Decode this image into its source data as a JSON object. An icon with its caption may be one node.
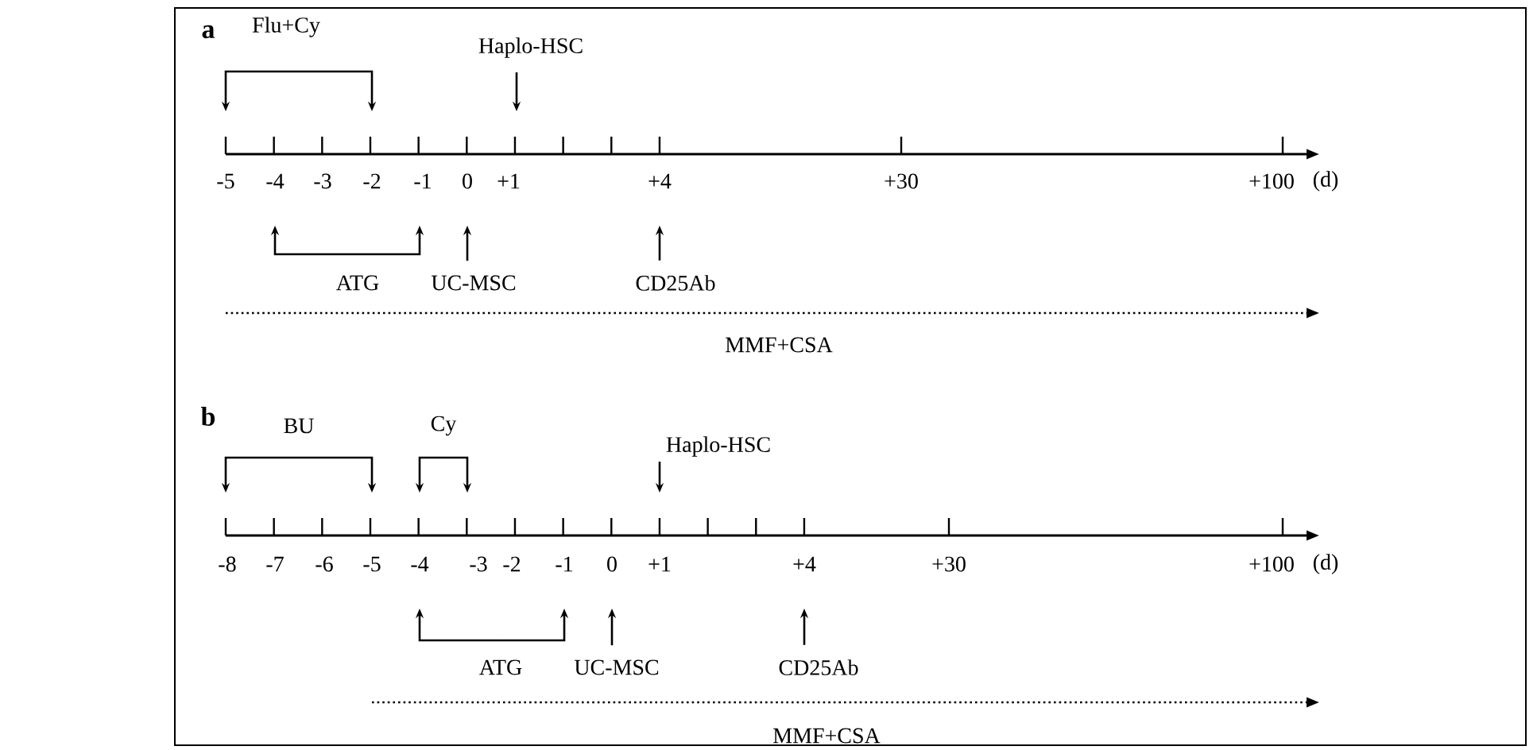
{
  "diagram": {
    "nodes": [
      {
        "text": [
          "Flu+Cy"
        ]
      },
      {
        "text": [
          "Haplo-HSC"
        ]
      },
      {
        "text": [
          "ATG"
        ]
      },
      {
        "text": [
          "UC-MSC"
        ]
      },
      {
        "text": [
          "CD25Ab"
        ]
      },
      {
        "text": [
          "BU"
        ]
      },
      {
        "text": [
          "Cy"
        ]
      },
      {
        "text": [
          "Haplo-HSC"
        ]
      },
      {
        "text": [
          "ATG"
        ]
      },
      {
        "text": [
          "UC-MSC"
        ]
      },
      {
        "text": [
          "CD25Ab"
        ]
      }
    ],
    "edges": [
      {
        "from": 0,
        "to": null,
        "arrow": "to"
      },
      {
        "from": 0,
        "to": null,
        "arrow": "to"
      },
      {
        "from": 1,
        "to": null,
        "arrow": "to"
      },
      {
        "from": 2,
        "to": null,
        "arrow": "to"
      },
      {
        "from": 2,
        "to": null,
        "arrow": "to"
      },
      {
        "from": 3,
        "to": null,
        "arrow": "to"
      },
      {
        "from": 4,
        "to": null,
        "arrow": "to"
      },
      {
        "from": 5,
        "to": null,
        "arrow": "to"
      },
      {
        "from": 5,
        "to": null,
        "arrow": "to"
      },
      {
        "from": 6,
        "to": null,
        "arrow": "to"
      },
      {
        "from": 6,
        "to": null,
        "arrow": "to"
      },
      {
        "from": 7,
        "to": null,
        "arrow": "to"
      },
      {
        "from": 8,
        "to": null,
        "arrow": "to"
      },
      {
        "from": 8,
        "to": null,
        "arrow": "to"
      },
      {
        "from": 9,
        "to": null,
        "arrow": "to"
      },
      {
        "from": 10,
        "to": null,
        "arrow": "to"
      }
    ],
    "labels": [
      "a",
      "-5",
      "-4",
      "-3",
      "-2",
      "-1",
      "0",
      "+1",
      "+4",
      "+30",
      "+100",
      "(d)",
      "MMF+CSA",
      "b",
      "-8",
      "-7",
      "-6",
      "-5",
      "-4",
      "-3",
      "-2",
      "-1",
      "0",
      "+1",
      "+4",
      "+30",
      "+100",
      "(d)",
      "MMF+CSA"
    ]
  }
}
